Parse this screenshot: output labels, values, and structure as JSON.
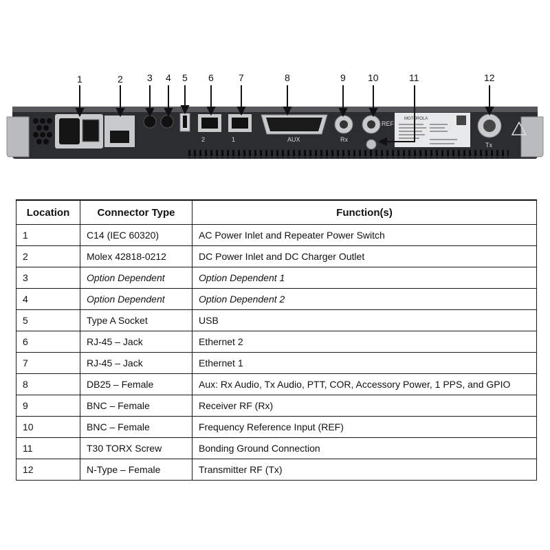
{
  "callouts": [
    "1",
    "2",
    "3",
    "4",
    "5",
    "6",
    "7",
    "8",
    "9",
    "10",
    "11",
    "12"
  ],
  "panel_labels": {
    "port2": "2",
    "port1": "1",
    "aux": "AUX",
    "rx": "Rx",
    "ref": "REF",
    "tx": "Tx",
    "brand": "MOTOROLA"
  },
  "table": {
    "headers": [
      "Location",
      "Connector Type",
      "Function(s)"
    ],
    "rows": [
      {
        "loc": "1",
        "type": "C14 (IEC 60320)",
        "func": "AC Power Inlet and Repeater Power Switch",
        "italic": false
      },
      {
        "loc": "2",
        "type": "Molex 42818-0212",
        "func": "DC Power Inlet and DC Charger Outlet",
        "italic": false
      },
      {
        "loc": "3",
        "type": "Option Dependent",
        "func": "Option Dependent 1",
        "italic": true
      },
      {
        "loc": "4",
        "type": "Option Dependent",
        "func": "Option Dependent 2",
        "italic": true
      },
      {
        "loc": "5",
        "type": "Type A Socket",
        "func": "USB",
        "italic": false
      },
      {
        "loc": "6",
        "type": "RJ-45 – Jack",
        "func": "Ethernet 2",
        "italic": false
      },
      {
        "loc": "7",
        "type": "RJ-45 – Jack",
        "func": "Ethernet 1",
        "italic": false
      },
      {
        "loc": "8",
        "type": "DB25 – Female",
        "func": "Aux: Rx Audio, Tx Audio, PTT, COR, Accessory Power, 1 PPS, and GPIO",
        "italic": false
      },
      {
        "loc": "9",
        "type": "BNC – Female",
        "func": "Receiver RF (Rx)",
        "italic": false
      },
      {
        "loc": "10",
        "type": "BNC – Female",
        "func": "Frequency Reference Input (REF)",
        "italic": false
      },
      {
        "loc": "11",
        "type": "T30 TORX Screw",
        "func": "Bonding Ground Connection",
        "italic": false
      },
      {
        "loc": "12",
        "type": "N-Type – Female",
        "func": "Transmitter RF (Tx)",
        "italic": false
      }
    ]
  }
}
